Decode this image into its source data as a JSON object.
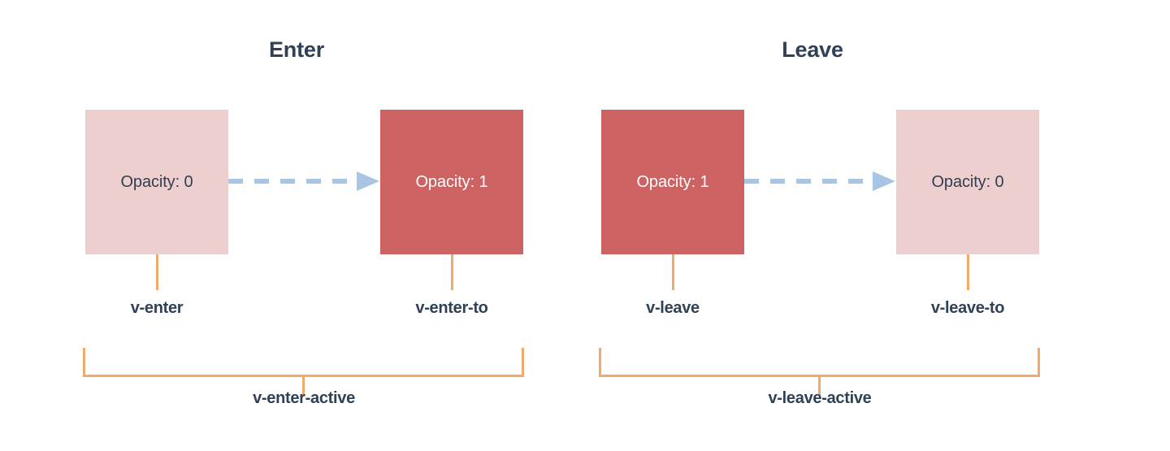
{
  "colors": {
    "background": "#ffffff",
    "box_light": "#eecfcf",
    "box_solid": "#cd6263",
    "text_dark": "#2f4156",
    "text_light": "#ffffff",
    "arrow": "#a8c5e3",
    "bracket": "#efab6d"
  },
  "panels": [
    {
      "title": "Enter",
      "arrow_icon": "dashed-arrow-right-icon",
      "boxes": [
        {
          "label": "Opacity: 0",
          "style": "light",
          "class_label": "v-enter"
        },
        {
          "label": "Opacity: 1",
          "style": "solid",
          "class_label": "v-enter-to"
        }
      ],
      "active_label": "v-enter-active"
    },
    {
      "title": "Leave",
      "arrow_icon": "dashed-arrow-right-icon",
      "boxes": [
        {
          "label": "Opacity: 1",
          "style": "solid",
          "class_label": "v-leave"
        },
        {
          "label": "Opacity: 0",
          "style": "light",
          "class_label": "v-leave-to"
        }
      ],
      "active_label": "v-leave-active"
    }
  ]
}
